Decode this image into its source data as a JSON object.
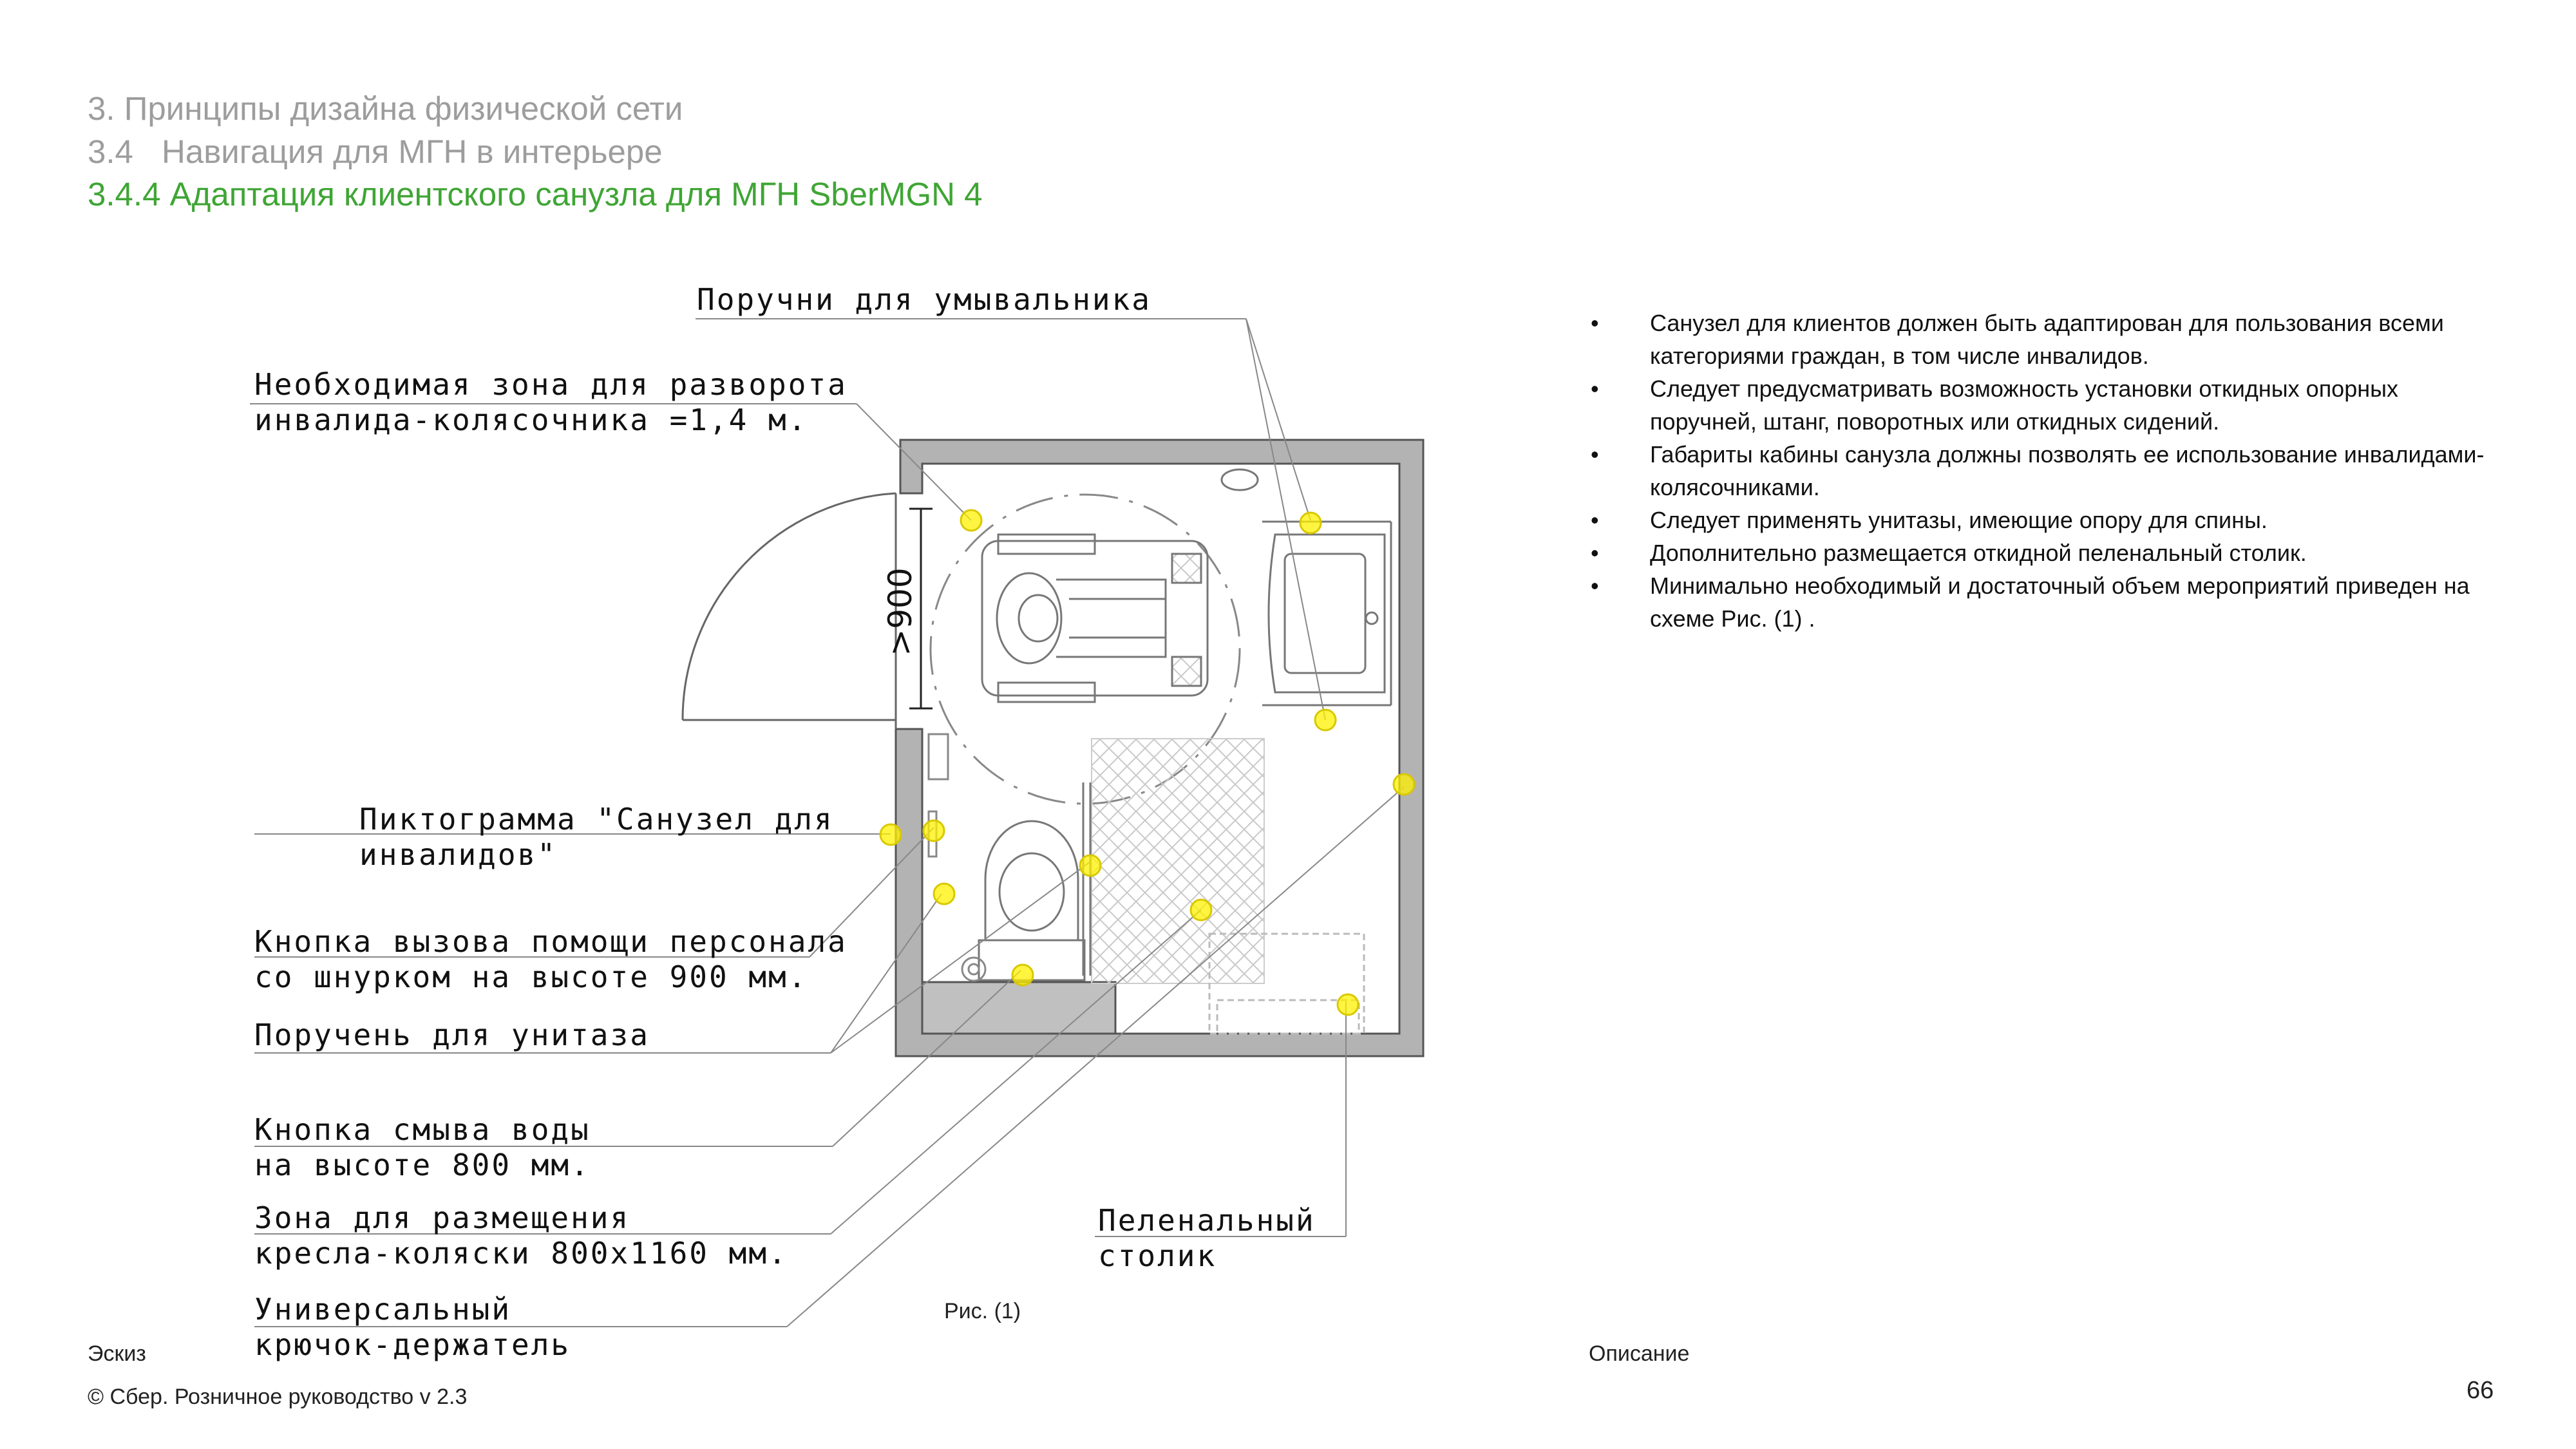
{
  "header": {
    "section": "3. Принципы дизайна физической сети",
    "subsection_num": "3.4",
    "subsection_title": "Навигация для МГН в интерьере",
    "page_title": "3.4.4 Адаптация клиентского санузла для МГН SberMGN 4"
  },
  "labels": {
    "washbasin_handrails": "Поручни для умывальника",
    "turn_zone_1": "Необходимая зона для разворота",
    "turn_zone_2": "инвалида-колясочника =1,4 м.",
    "pictogram_1": "Пиктограмма \"Санузел для",
    "pictogram_2": "инвалидов\"",
    "call_button_1": "Кнопка вызова помощи персонала",
    "call_button_2": "со шнурком на высоте 900 мм.",
    "toilet_handrail": "Поручень для унитаза",
    "flush_button_1": "Кнопка смыва воды",
    "flush_button_2": "на высоте 800 мм.",
    "wheelchair_zone_1": "Зона для размещения",
    "wheelchair_zone_2": "кресла-коляски 800х1160 мм.",
    "hook_1": "Универсальный",
    "hook_2": "крючок-держатель",
    "changing_table_1": "Пеленальный",
    "changing_table_2": "столик",
    "door_width": ">900"
  },
  "figure_caption": "Рис. (1)",
  "sketch_label": "Эскиз",
  "description_label": "Описание",
  "bullets": [
    "Санузел для клиентов должен быть адаптирован для пользования всеми категориями граждан, в том числе инвалидов.",
    "Следует предусматривать возможность установки откидных опорных поручней, штанг, поворотных или откидных сидений.",
    "Габариты кабины санузла должны позволять ее использование инвалидами-колясочниками.",
    "Следует применять унитазы, имеющие опору для спины.",
    "Дополнительно размещается откидной пеленальный столик.",
    "Минимально необходимый и достаточный объем мероприятий приведен на схеме Рис. (1) ."
  ],
  "footer": "© Сбер. Розничное руководство  v 2.3",
  "page_number": "66",
  "colors": {
    "accent_green": "#3fa535",
    "heading_grey": "#9d9d9d",
    "marker_yellow": "#fff200",
    "wall_grey": "#b3b3b3"
  }
}
